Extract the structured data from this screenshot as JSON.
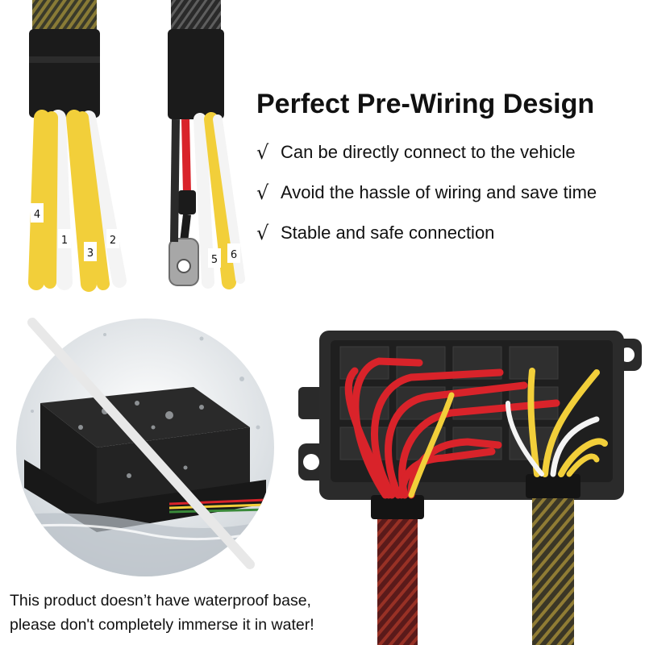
{
  "headline": "Perfect Pre-Wiring Design",
  "check_symbol": "√",
  "features": [
    "Can be directly connect to the vehicle",
    "Avoid the hassle of wiring and save time",
    "Stable and safe connection"
  ],
  "wire_labels_left": [
    "4",
    "1",
    "3",
    "2"
  ],
  "wire_labels_right": [
    "5",
    "6"
  ],
  "warning_lines": [
    "This product doesn’t have waterproof base,",
    "please don't completely immerse it in water!"
  ],
  "colors": {
    "wire_yellow": "#f2cf3a",
    "wire_white": "#f4f4f4",
    "wire_red": "#d9232a",
    "sleeve_black": "#1a1a1a",
    "box_dark": "#2b2b2b"
  }
}
